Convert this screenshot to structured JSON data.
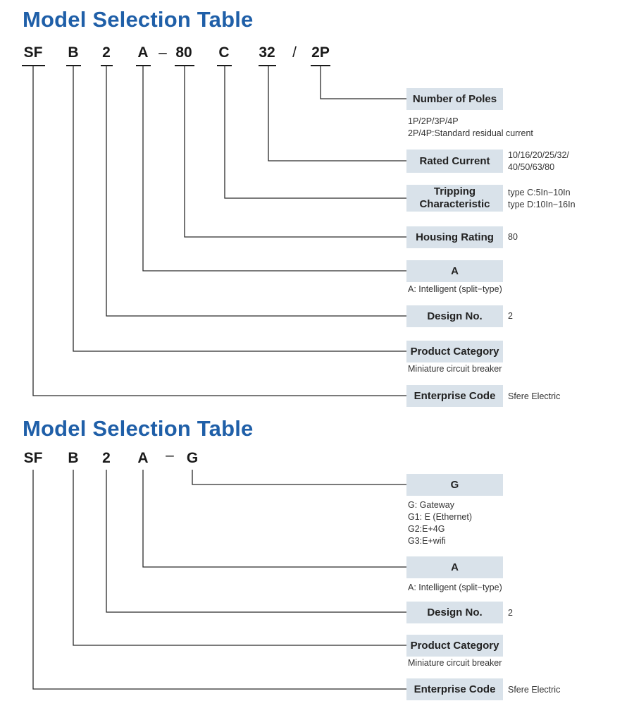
{
  "sections": [
    {
      "title": "Model Selection Table",
      "code": [
        "SF",
        "B",
        "2",
        "A",
        "–",
        "80",
        "C",
        "32",
        "/",
        "2P"
      ],
      "rows": [
        {
          "label": "Number of Poles",
          "notes": [
            "1P/2P/3P/4P",
            "2P/4P:Standard residual current"
          ]
        },
        {
          "label": "Rated Current",
          "notes": [
            "10/16/20/25/32/",
            "40/50/63/80"
          ]
        },
        {
          "label_lines": [
            "Tripping",
            "Characteristic"
          ],
          "notes": [
            "type C:5In−10In",
            "type D:10In−16In"
          ]
        },
        {
          "label": "Housing Rating",
          "notes": [
            "80"
          ]
        },
        {
          "label": "A",
          "notes": [
            "A: Intelligent (split−type)"
          ]
        },
        {
          "label": "Design No.",
          "notes": [
            "2"
          ]
        },
        {
          "label": "Product Category",
          "notes": [
            "Miniature circuit breaker"
          ]
        },
        {
          "label": "Enterprise Code",
          "notes": [
            "Sfere Electric"
          ]
        }
      ]
    },
    {
      "title": "Model Selection Table",
      "code": [
        "SF",
        "B",
        "2",
        "A",
        "–",
        "G"
      ],
      "rows": [
        {
          "label": "G",
          "notes": [
            "G: Gateway",
            "G1: E (Ethernet)",
            "G2:E+4G",
            "G3:E+wifi"
          ]
        },
        {
          "label": "A",
          "notes": [
            "A: Intelligent (split−type)"
          ]
        },
        {
          "label": "Design No.",
          "notes": [
            "2"
          ]
        },
        {
          "label": "Product Category",
          "notes": [
            "Miniature circuit breaker"
          ]
        },
        {
          "label": "Enterprise Code",
          "notes": [
            "Sfere Electric"
          ]
        }
      ]
    }
  ]
}
